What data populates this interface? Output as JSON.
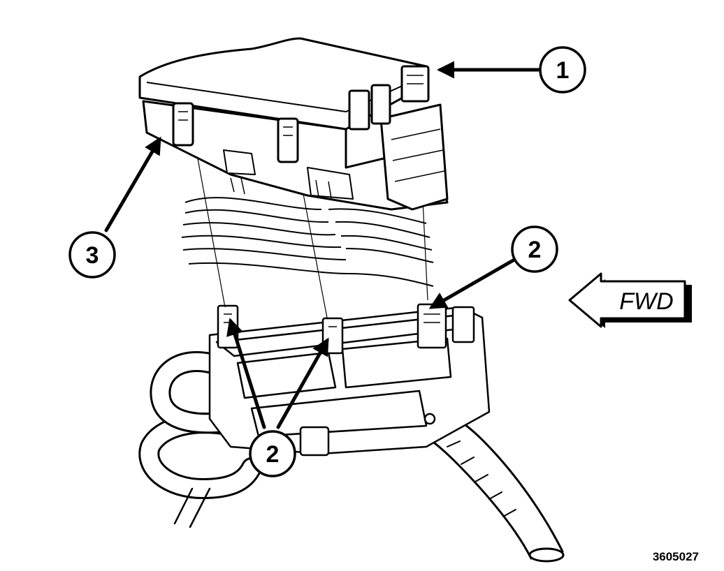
{
  "callouts": {
    "c1": "1",
    "c2a": "2",
    "c2b": "2",
    "c3": "3"
  },
  "direction_label": "FWD",
  "figure_id": "3605027",
  "colors": {
    "ink": "#000000",
    "paper": "#ffffff"
  }
}
